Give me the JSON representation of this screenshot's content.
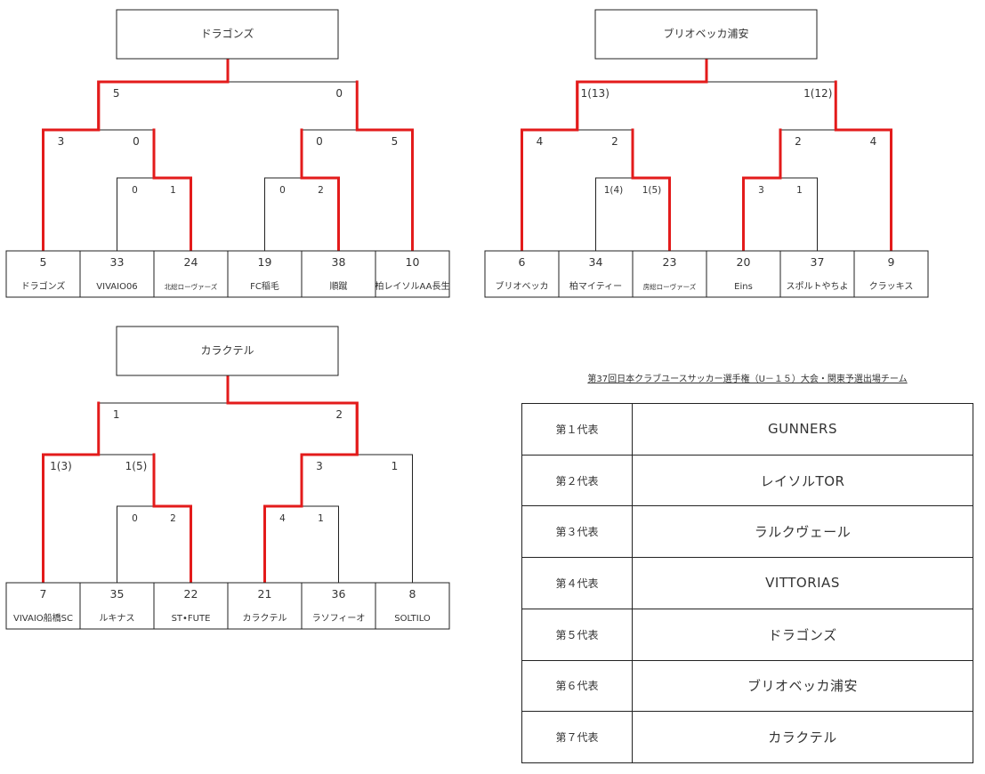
{
  "brackets": [
    {
      "winner": "ドラゴンズ",
      "final": {
        "left": "5",
        "right": "0"
      },
      "semi_left": {
        "left": "3",
        "right": "0"
      },
      "semi_right": {
        "left": "0",
        "right": "5"
      },
      "qf_left": {
        "left": "0",
        "right": "1"
      },
      "qf_right": {
        "left": "0",
        "right": "2"
      },
      "teams": [
        {
          "num": "5",
          "name": "ドラゴンズ"
        },
        {
          "num": "33",
          "name": "VIVAIO06"
        },
        {
          "num": "24",
          "name": "北総ローヴァーズ"
        },
        {
          "num": "19",
          "name": "FC稲毛"
        },
        {
          "num": "38",
          "name": "順蹴"
        },
        {
          "num": "10",
          "name": "柏レイソルAA長生"
        }
      ]
    },
    {
      "winner": "ブリオベッカ浦安",
      "final": {
        "left": "1(13)",
        "right": "1(12)"
      },
      "semi_left": {
        "left": "4",
        "right": "2"
      },
      "semi_right": {
        "left": "2",
        "right": "4"
      },
      "qf_left": {
        "left": "1(4)",
        "right": "1(5)"
      },
      "qf_right": {
        "left": "3",
        "right": "1"
      },
      "teams": [
        {
          "num": "6",
          "name": "ブリオベッカ"
        },
        {
          "num": "34",
          "name": "柏マイティー"
        },
        {
          "num": "23",
          "name": "房総ローヴァーズ"
        },
        {
          "num": "20",
          "name": "Eins"
        },
        {
          "num": "37",
          "name": "スポルトやちよ"
        },
        {
          "num": "9",
          "name": "クラッキス"
        }
      ]
    },
    {
      "winner": "カラクテル",
      "final": {
        "left": "1",
        "right": "2"
      },
      "semi_left": {
        "left": "1(3)",
        "right": "1(5)"
      },
      "semi_right": {
        "left": "3",
        "right": "1"
      },
      "qf_left": {
        "left": "0",
        "right": "2"
      },
      "qf_right": {
        "left": "4",
        "right": "1"
      },
      "teams": [
        {
          "num": "7",
          "name": "VIVAIO船橋SC"
        },
        {
          "num": "35",
          "name": "ルキナス"
        },
        {
          "num": "22",
          "name": "ST•FUTE"
        },
        {
          "num": "21",
          "name": "カラクテル"
        },
        {
          "num": "36",
          "name": "ラソフィーオ"
        },
        {
          "num": "8",
          "name": "SOLTILO"
        }
      ]
    }
  ],
  "representatives": {
    "title": "第37回日本クラブユースサッカー選手権（U－１５）大会・関東予選出場チーム",
    "rows": [
      {
        "rank": "第１代表",
        "team": "GUNNERS"
      },
      {
        "rank": "第２代表",
        "team": "レイソルTOR"
      },
      {
        "rank": "第３代表",
        "team": "ラルクヴェール"
      },
      {
        "rank": "第４代表",
        "team": "VITTORIAS"
      },
      {
        "rank": "第５代表",
        "team": "ドラゴンズ"
      },
      {
        "rank": "第６代表",
        "team": "ブリオベッカ浦安"
      },
      {
        "rank": "第７代表",
        "team": "カラクテル"
      }
    ]
  },
  "colors": {
    "winner_path": "#e31b1b",
    "line": "#222222"
  }
}
